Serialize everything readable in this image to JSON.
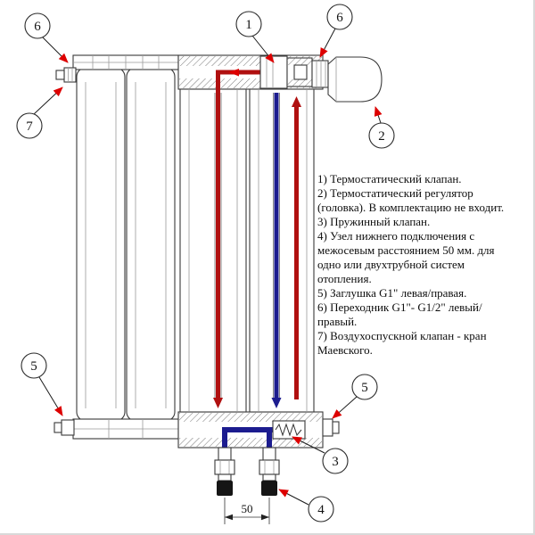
{
  "legend": {
    "items": [
      "1) Термостатический клапан.",
      "2) Термостатический регулятор (головка). В комплектацию не входит.",
      "3) Пружинный клапан.",
      "4) Узел нижнего подключения с межосевым расстоянием 50 мм. для одно или двухтрубной систем отопления.",
      "5) Заглушка G1\" левая/правая.",
      "6) Переходник G1\"- G1/2\" левый/правый.",
      "7) Воздухоспускной клапан - кран Маевского."
    ]
  },
  "callouts": {
    "one": "1",
    "two": "2",
    "three": "3",
    "four": "4",
    "five_left": "5",
    "five_right": "5",
    "six_left": "6",
    "six_right": "6",
    "seven": "7"
  },
  "dimension": {
    "value": "50"
  },
  "colors": {
    "hot_water": "#b01010",
    "cold_water": "#1c1c8f",
    "callout_arrow": "#dd0000",
    "outline": "#3a3a3a"
  }
}
